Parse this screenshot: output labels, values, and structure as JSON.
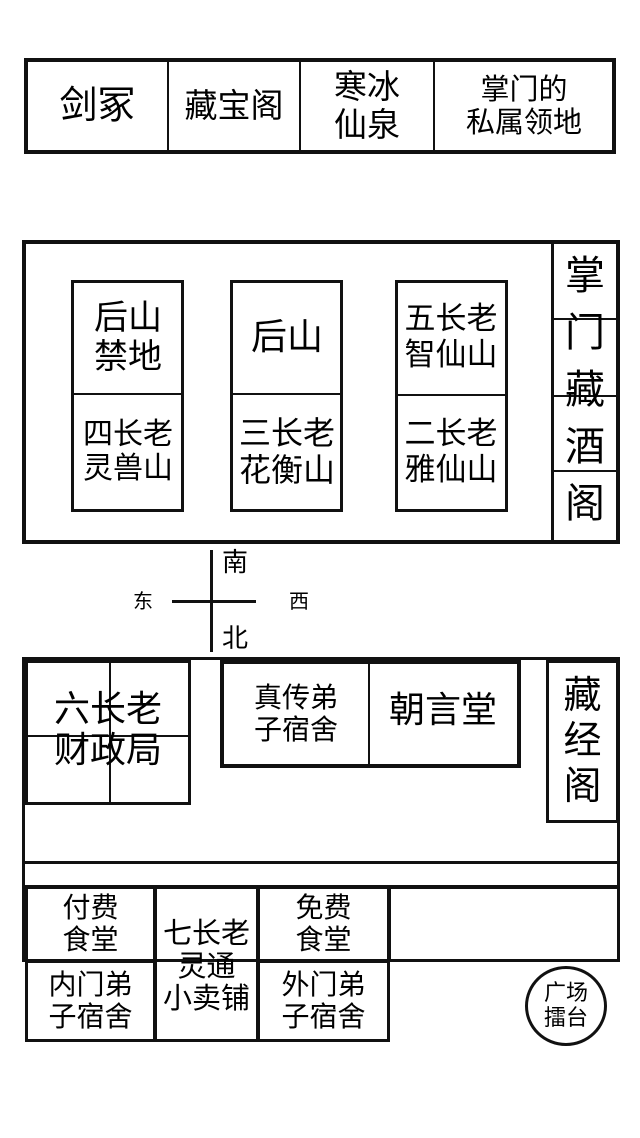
{
  "top_row": [
    "剑冢",
    "藏宝阁",
    "寒冰\n仙泉",
    "掌门的\n私属领地"
  ],
  "middle": {
    "cards": [
      {
        "top": "后山\n禁地",
        "bottom": "四长老\n灵兽山"
      },
      {
        "top": "后山",
        "bottom": "三长老\n花衡山"
      },
      {
        "top": "五长老\n智仙山",
        "bottom": "二长老\n雅仙山"
      }
    ],
    "side_column": [
      "掌",
      "门",
      "藏",
      "酒",
      "阁"
    ]
  },
  "compass": {
    "south": "南",
    "east": "东",
    "west": "西",
    "north": "北"
  },
  "bottom": {
    "finance": "六长老\n财政局",
    "true_disciple_dorm": "真传弟\n子宿舍",
    "chaoyan_hall": "朝言堂",
    "scripture_pavilion": "藏\n经\n阁",
    "paid_canteen": "付费\n食堂",
    "shop": "七长老\n灵通\n小卖铺",
    "free_canteen": "免费\n食堂",
    "inner_dorm": "内门弟\n子宿舍",
    "outer_dorm": "外门弟\n子宿舍",
    "plaza": "广场\n擂台"
  }
}
